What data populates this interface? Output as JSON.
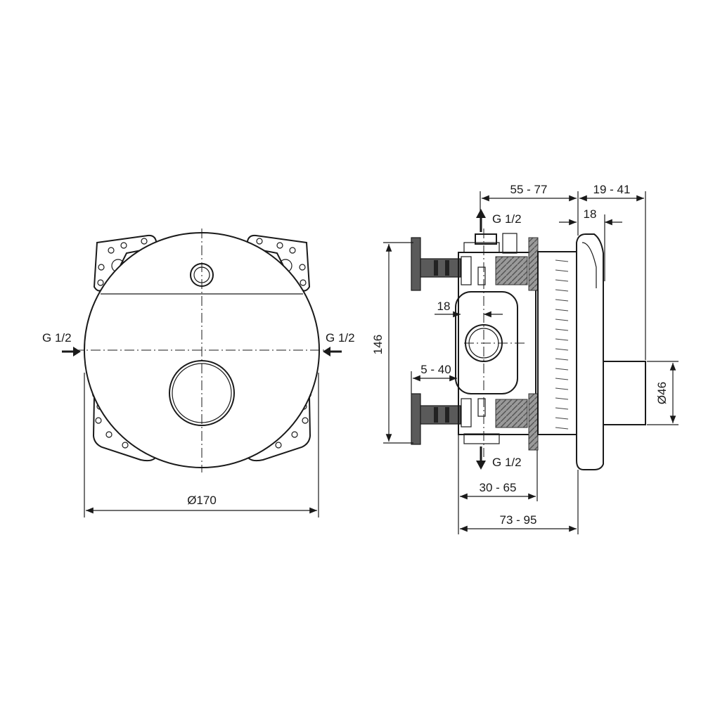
{
  "front_view": {
    "inlet_left": "G 1/2",
    "inlet_right": "G 1/2",
    "diameter": "Ø170"
  },
  "side_view": {
    "outlet_top": "G 1/2",
    "outlet_bottom": "G 1/2",
    "dim_height": "146",
    "dim_depth_range": "55 - 77",
    "dim_plate_range": "19 - 41",
    "dim_plate_thickness": "18",
    "dim_inner_18": "18",
    "dim_5_40": "5 - 40",
    "dim_30_65": "30 - 65",
    "dim_73_95": "73 - 95",
    "dim_spout_dia": "Ø46"
  }
}
